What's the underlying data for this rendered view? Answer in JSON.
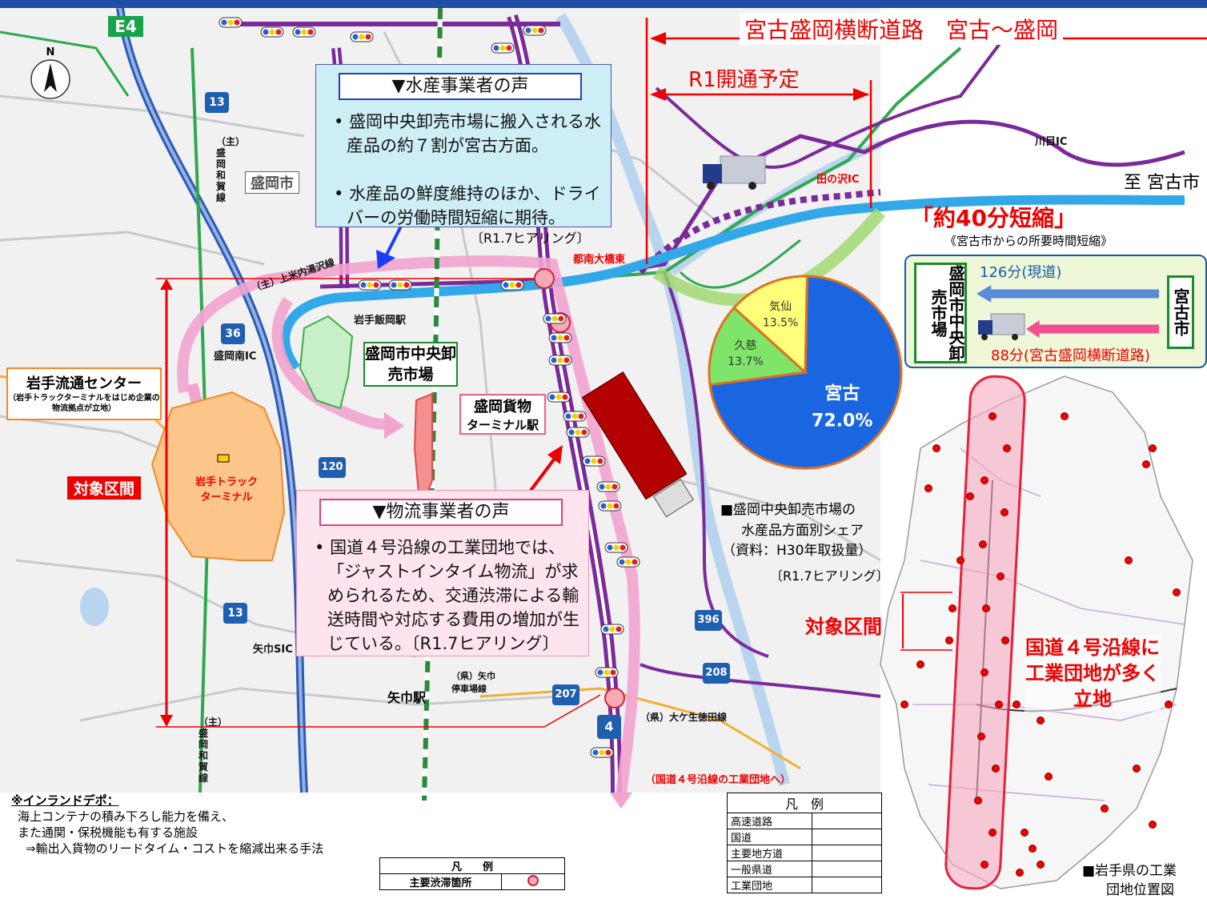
{
  "highway_label": "E4",
  "north_label": "N",
  "route_title": "宮古盛岡横断道路　宮古～盛岡",
  "r1_label": "R1開通予定",
  "city_label": "盛岡市",
  "road_label_wagakawa": "（主）盛岡和賀線",
  "road_label_kamiyonai": "（主）上米内湯沢線",
  "ic_labels": {
    "kawame": "川目IC",
    "tanosawa": "田の沢IC",
    "moriokaminami": "盛岡南IC",
    "yahaba": "矢巾SIC"
  },
  "bridge_label": "都南大橋東",
  "station_labels": {
    "iioka": "岩手飯岡駅",
    "yahaba": "矢巾駅",
    "yahaba_stop": "（県）矢巾停車場線",
    "ogasai": "（県）大ケ生徳田線"
  },
  "route_badges": [
    "13",
    "13",
    "36",
    "120",
    "396",
    "208",
    "207",
    "4"
  ],
  "fishery_box": {
    "title": "▼水産事業者の声",
    "bullet1": "盛岡中央卸売市場に搬入される水産品の約７割が宮古方面。",
    "bullet2": "水産品の鮮度維持のほか、ドライバーの労働時間短縮に期待。",
    "source": "〔R1.7ヒアリング〕"
  },
  "logistics_box": {
    "title": "▼物流事業者の声",
    "bullet1": "国道４号沿線の工業団地では、「ジャストインタイム物流」が求められるため、交通渋滞による輸送時間や対応する費用の増加が生じている。〔R1.7ヒアリング〕"
  },
  "market_label": "盛岡市中央卸売市場",
  "freight_label_1": "盛岡貨物",
  "freight_label_2": "ターミナル駅",
  "center_label": "岩手流通センター",
  "center_sub": "（岩手トラックターミナルをはじめ企業の物流拠点が立地）",
  "truck_terminal": "岩手トラックターミナル",
  "target_section": "対象区間",
  "toward_miyako": "至 宮古市",
  "time_reduction": "「約40分短縮」",
  "time_reduction_sub": "《宮古市からの所要時間短縮》",
  "compare": {
    "left": "盛岡市中央卸売市場",
    "right": "宮古市",
    "current": "126分(現道)",
    "new": "88分(宮古盛岡横断道路)"
  },
  "chart_data": {
    "type": "pie",
    "labels": [
      "宮古",
      "久慈",
      "気仙"
    ],
    "values": [
      72.0,
      13.7,
      13.5
    ],
    "value_labels": [
      "72.0%",
      "13.7%",
      "13.5%"
    ],
    "colors": [
      "#1a66e0",
      "#7ee56a",
      "#ffff7a"
    ],
    "caption1": "■盛岡中央卸売市場の",
    "caption2": "水産品方面別シェア",
    "caption3": "（資料：H30年取扱量）",
    "caption4": "〔R1.7ヒアリング〕"
  },
  "prefecture_map": {
    "target_section": "対象区間",
    "callout": "国道４号沿線に工業団地が多く立地",
    "caption1": "■岩手県の工業",
    "caption2": "団地位置図"
  },
  "route4_note": "（国道４号沿線の工業団地へ）",
  "footnote": {
    "title": "※インランドデポ：",
    "line1": "海上コンテナの積み下ろし能力を備え、",
    "line2": "また通関・保税機能も有する施設",
    "line3": "⇒輸出入貨物のリードタイム・コストを縮減出来る手法"
  },
  "legend1": {
    "title": "凡　　例",
    "row1": "主要渋滞箇所"
  },
  "legend2": {
    "title": "凡　例",
    "rows": [
      "高速道路",
      "国道",
      "主要地方道",
      "一般県道",
      "工業団地"
    ]
  }
}
